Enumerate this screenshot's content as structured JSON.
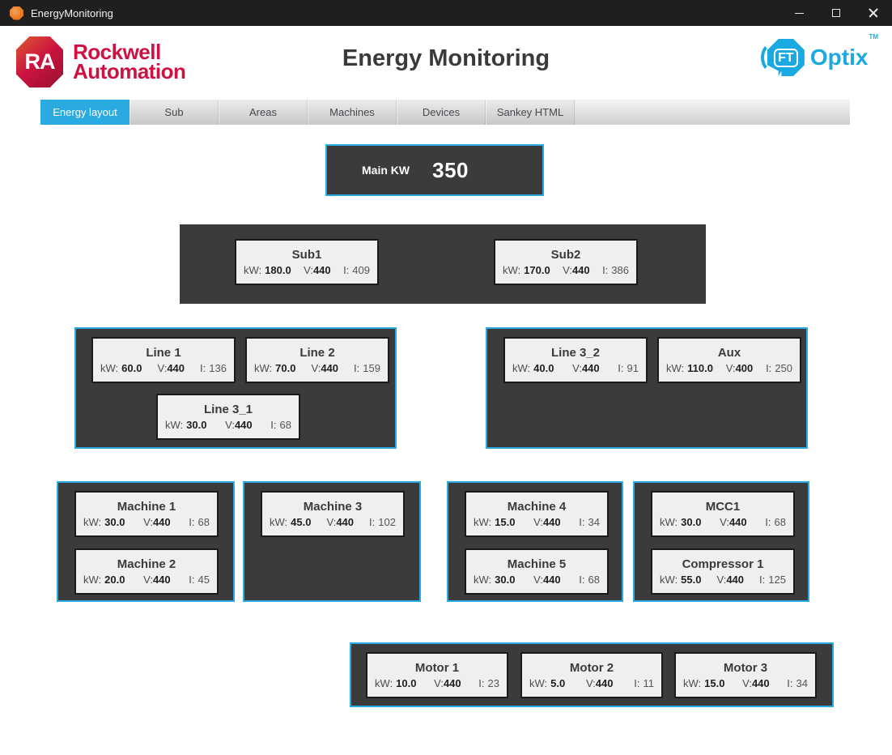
{
  "window": {
    "title": "EnergyMonitoring"
  },
  "header": {
    "title": "Energy Monitoring",
    "rockwell": {
      "badge": "RA",
      "line1": "Rockwell",
      "line2": "Automation"
    },
    "optix": {
      "ft": "FT",
      "name": "Optix",
      "tm": "TM"
    }
  },
  "colors": {
    "accent": "#29ABE2",
    "panel": "#3B3B3B",
    "rockwell_red": "#CE1141",
    "card_bg": "#EFEFEF"
  },
  "tabs": [
    {
      "label": "Energy layout",
      "active": true
    },
    {
      "label": "Sub",
      "active": false
    },
    {
      "label": "Areas",
      "active": false
    },
    {
      "label": "Machines",
      "active": false
    },
    {
      "label": "Devices",
      "active": false
    },
    {
      "label": "Sankey HTML",
      "active": false
    }
  ],
  "card_labels": {
    "kw": "kW:",
    "v": "V:",
    "i": "I:"
  },
  "main_node": {
    "label": "Main KW",
    "value": "350"
  },
  "groups": {
    "sub": {
      "cards": [
        {
          "name": "Sub1",
          "kw": "180.0",
          "v": "440",
          "i": "409"
        },
        {
          "name": "Sub2",
          "kw": "170.0",
          "v": "440",
          "i": "386"
        }
      ]
    },
    "line_left": {
      "cards": [
        {
          "name": "Line 1",
          "kw": "60.0",
          "v": "440",
          "i": "136"
        },
        {
          "name": "Line 2",
          "kw": "70.0",
          "v": "440",
          "i": "159"
        },
        {
          "name": "Line 3_1",
          "kw": "30.0",
          "v": "440",
          "i": "68"
        }
      ]
    },
    "line_right": {
      "cards": [
        {
          "name": "Line 3_2",
          "kw": "40.0",
          "v": "440",
          "i": "91"
        },
        {
          "name": "Aux",
          "kw": "110.0",
          "v": "400",
          "i": "250"
        }
      ]
    },
    "machines_1": {
      "cards": [
        {
          "name": "Machine 1",
          "kw": "30.0",
          "v": "440",
          "i": "68"
        },
        {
          "name": "Machine 2",
          "kw": "20.0",
          "v": "440",
          "i": "45"
        }
      ]
    },
    "machines_2": {
      "cards": [
        {
          "name": "Machine 3",
          "kw": "45.0",
          "v": "440",
          "i": "102"
        }
      ]
    },
    "machines_3": {
      "cards": [
        {
          "name": "Machine 4",
          "kw": "15.0",
          "v": "440",
          "i": "34"
        },
        {
          "name": "Machine 5",
          "kw": "30.0",
          "v": "440",
          "i": "68"
        }
      ]
    },
    "machines_4": {
      "cards": [
        {
          "name": "MCC1",
          "kw": "30.0",
          "v": "440",
          "i": "68"
        },
        {
          "name": "Compressor 1",
          "kw": "55.0",
          "v": "440",
          "i": "125"
        }
      ]
    },
    "motors": {
      "cards": [
        {
          "name": "Motor 1",
          "kw": "10.0",
          "v": "440",
          "i": "23"
        },
        {
          "name": "Motor 2",
          "kw": "5.0",
          "v": "440",
          "i": "11"
        },
        {
          "name": "Motor 3",
          "kw": "15.0",
          "v": "440",
          "i": "34"
        }
      ]
    }
  }
}
